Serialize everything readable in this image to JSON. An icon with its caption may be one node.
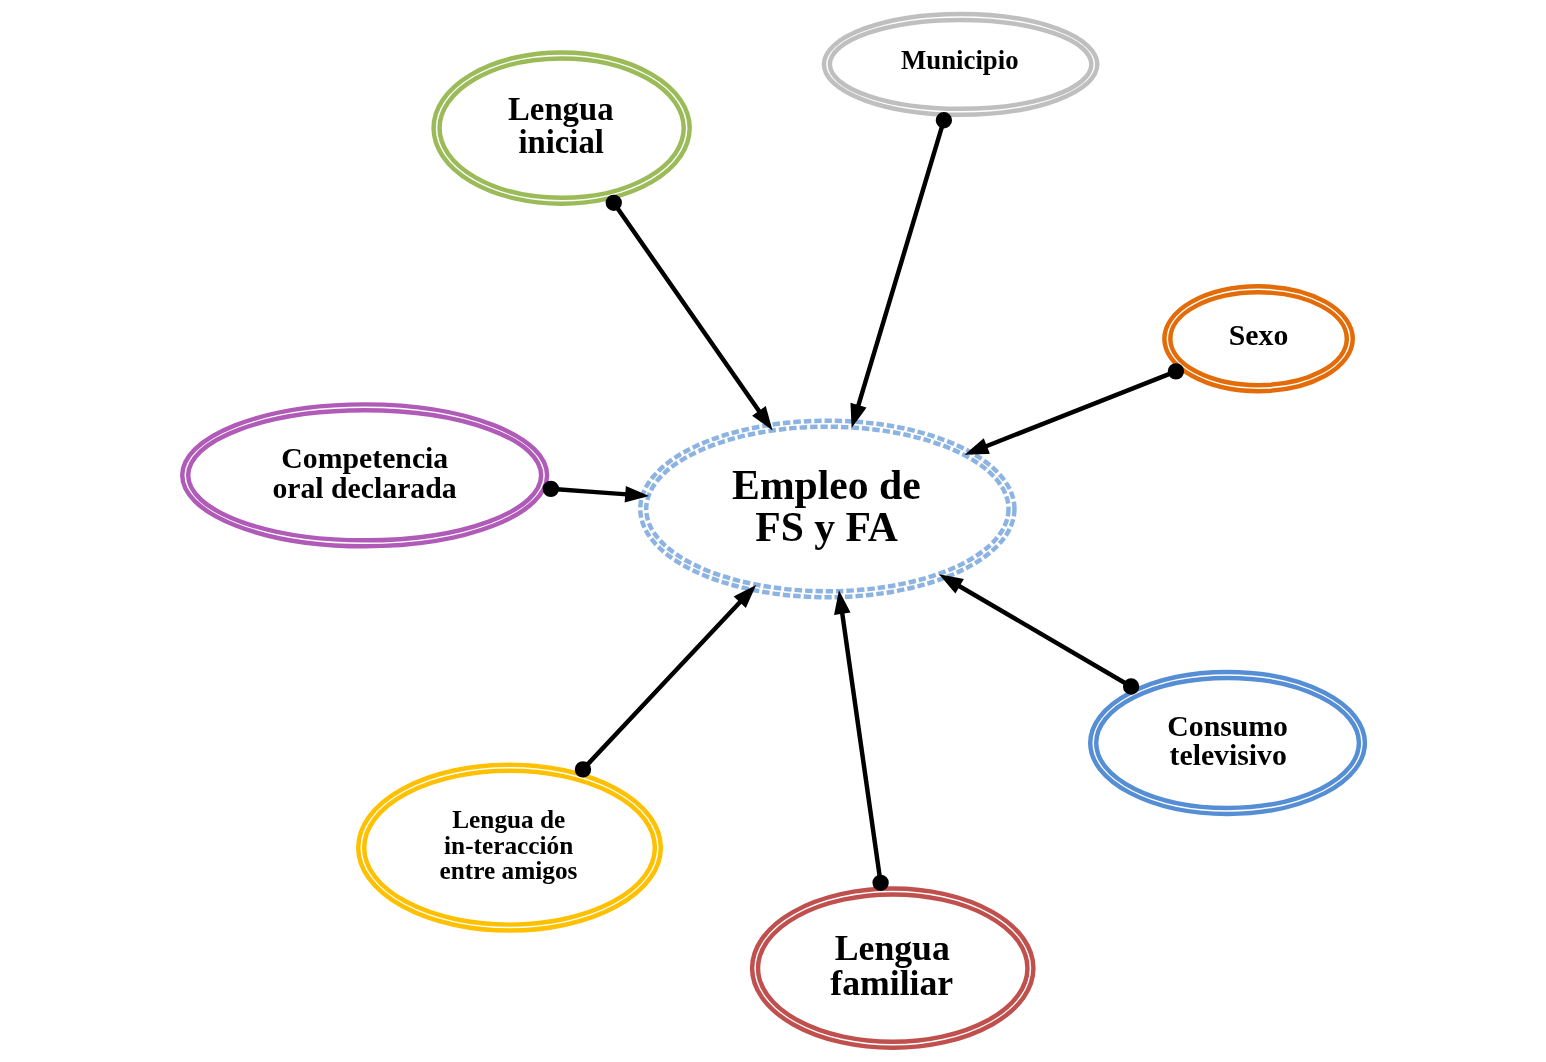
{
  "diagram": {
    "nodes": [
      {
        "text": [
          "Lengua inicial"
        ]
      },
      {
        "text": [
          "Sexo"
        ]
      },
      {
        "text": [
          "Lengua familiar"
        ]
      },
      {
        "text": [
          "Empleo de FS y FA"
        ]
      },
      {
        "text": [
          "Municipio"
        ]
      },
      {
        "text": [
          "Competencia oral declarada"
        ]
      },
      {
        "text": [
          "Lengua de in-teracción entre amigos"
        ]
      },
      {
        "text": [
          "Consumo televisivo"
        ]
      }
    ],
    "edges": [
      {
        "from": 0,
        "to": 3,
        "arrow": "to"
      },
      {
        "from": 1,
        "to": 3,
        "arrow": "to"
      },
      {
        "from": 2,
        "to": 3,
        "arrow": "to"
      },
      {
        "from": 4,
        "to": 3,
        "arrow": "to"
      },
      {
        "from": 5,
        "to": 3,
        "arrow": "to"
      },
      {
        "from": 6,
        "to": 3,
        "arrow": "to"
      },
      {
        "from": 7,
        "to": 3,
        "arrow": "to"
      }
    ]
  }
}
